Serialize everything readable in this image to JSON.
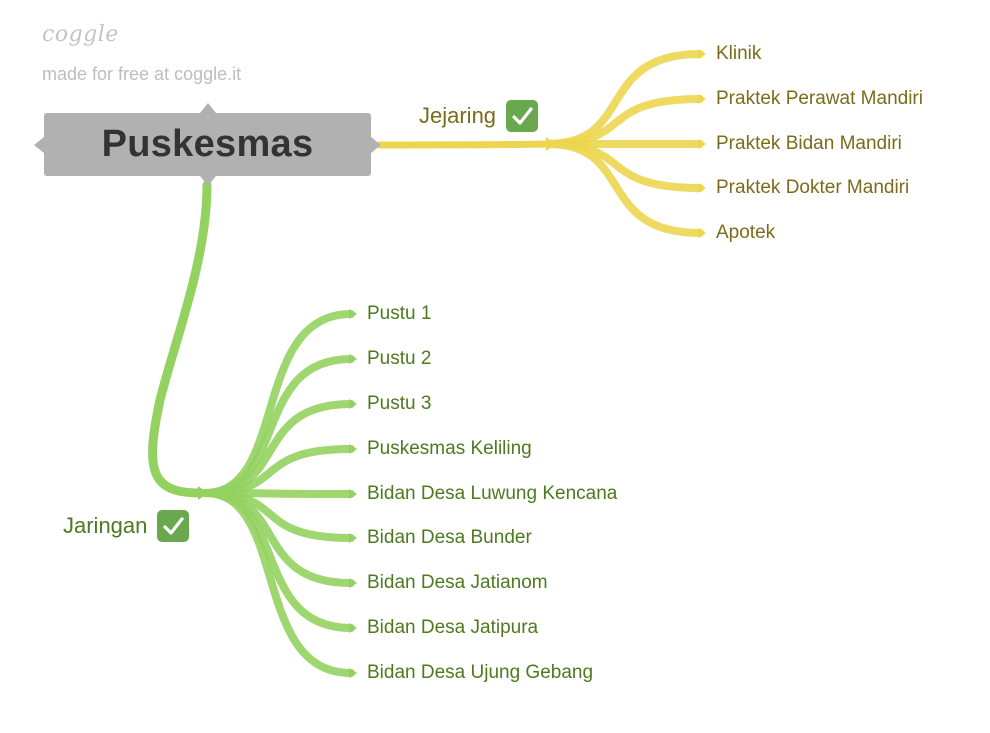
{
  "brand": {
    "logo": "coggle",
    "tagline": "made for free at coggle.it"
  },
  "central": {
    "label": "Puskesmas",
    "color": "#b1b1b1"
  },
  "branches": {
    "jejaring": {
      "label": "Jejaring",
      "icon": "check-icon",
      "color": "#ecd64f",
      "children": [
        "Klinik",
        "Praktek Perawat Mandiri",
        "Praktek Bidan Mandiri",
        "Praktek Dokter Mandiri",
        "Apotek"
      ]
    },
    "jaringan": {
      "label": "Jaringan",
      "icon": "check-icon",
      "color": "#93d160",
      "children": [
        "Pustu 1",
        "Pustu 2",
        "Pustu 3",
        "Puskesmas Keliling",
        "Bidan Desa Luwung Kencana",
        "Bidan Desa Bunder",
        "Bidan Desa Jatianom",
        "Bidan Desa Jatipura",
        "Bidan Desa Ujung Gebang"
      ]
    }
  }
}
